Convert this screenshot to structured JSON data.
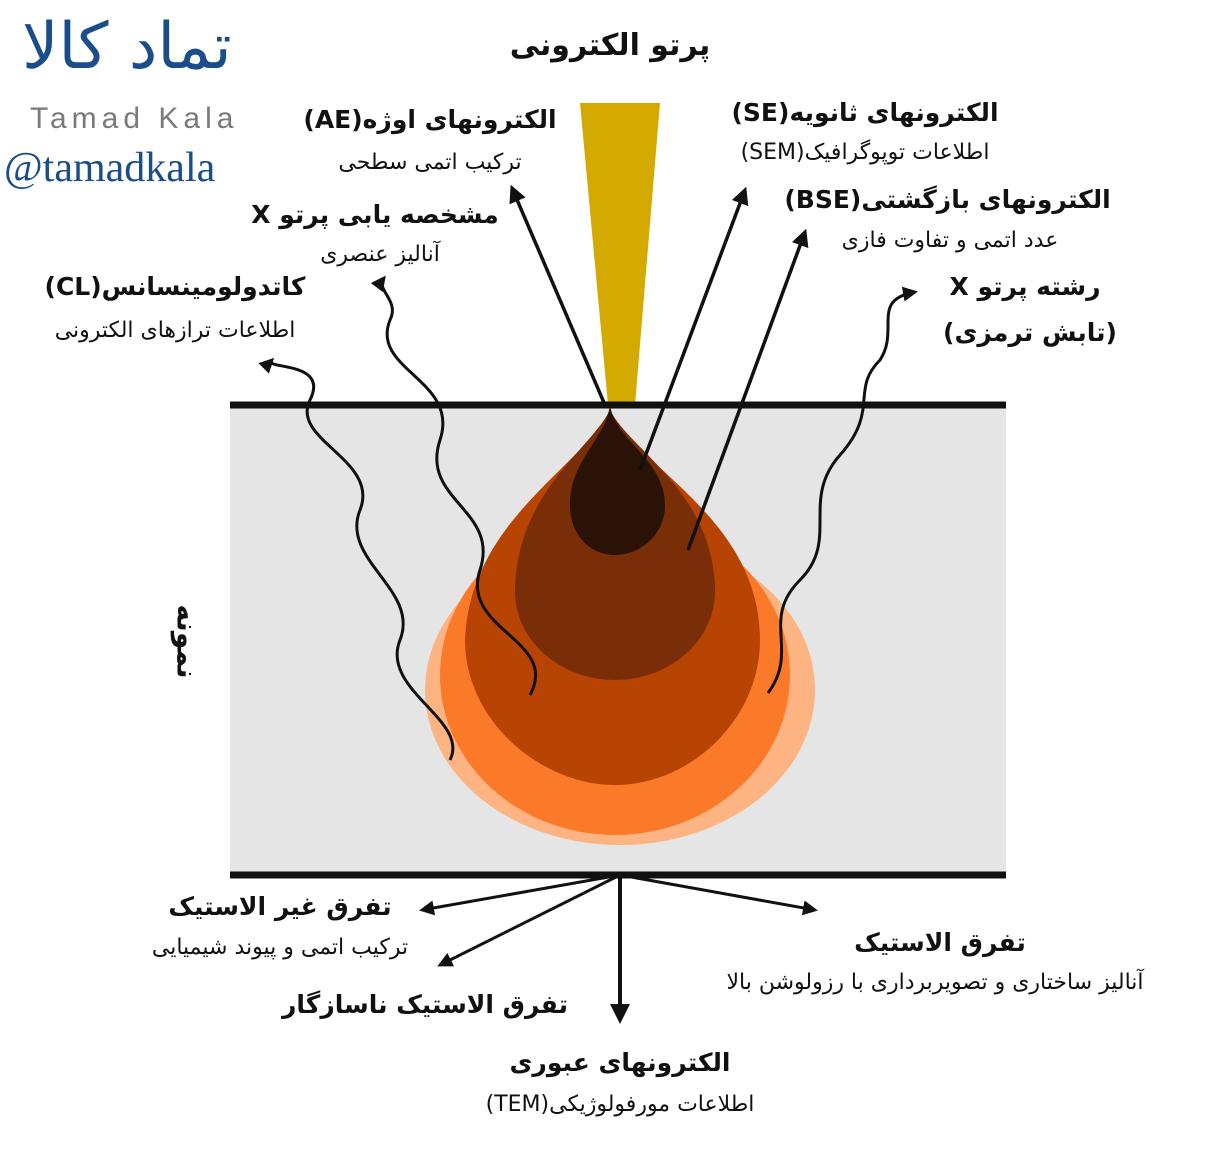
{
  "logo": {
    "persian_text": "تماد کالا",
    "latin_text": "Tamad Kala",
    "handle": "@tamadkala",
    "color": "#1a4d8a"
  },
  "diagram": {
    "title": "پرتو الکترونی",
    "sample_label": "نمونه",
    "colors": {
      "beam": "#d4a900",
      "sample": "#e5e5e5",
      "zone_outer": "#fdb482",
      "zone_mid": "#fb7a2a",
      "zone_inner": "#b84404",
      "zone_core": "#7a2e07",
      "zone_top": "#2a1206"
    },
    "emissions": {
      "auger": {
        "name": "الکترونهای اوژه(AE)",
        "info": "ترکیب اتمی سطحی"
      },
      "xray_char": {
        "name": "مشخصه یابی پرتو X",
        "info": "آنالیز عنصری"
      },
      "cl": {
        "name": "کاتدولومینسانس(CL)",
        "info": "اطلاعات ترازهای الکترونی"
      },
      "se": {
        "name": "الکترونهای ثانویه(SE)",
        "info": "اطلاعات توپوگرافیک(SEM)"
      },
      "bse": {
        "name": "الکترونهای بازگشتی(BSE)",
        "info": "عدد اتمی و تفاوت فازی"
      },
      "brems": {
        "name": "رشته پرتو X",
        "info": "(تابش ترمزی)"
      }
    },
    "transmission": {
      "inelastic": {
        "name": "تفرق غیر الاستیک",
        "info": "ترکیب اتمی و پیوند شیمیایی"
      },
      "incoherent": {
        "name": "تفرق الاستیک ناسازگار"
      },
      "elastic": {
        "name": "تفرق الاستیک",
        "info": "آنالیز ساختاری و تصویربرداری با رزولوشن بالا"
      },
      "transmitted": {
        "name": "الکترونهای عبوری",
        "info": "اطلاعات مورفولوژیکی(TEM)"
      }
    }
  }
}
